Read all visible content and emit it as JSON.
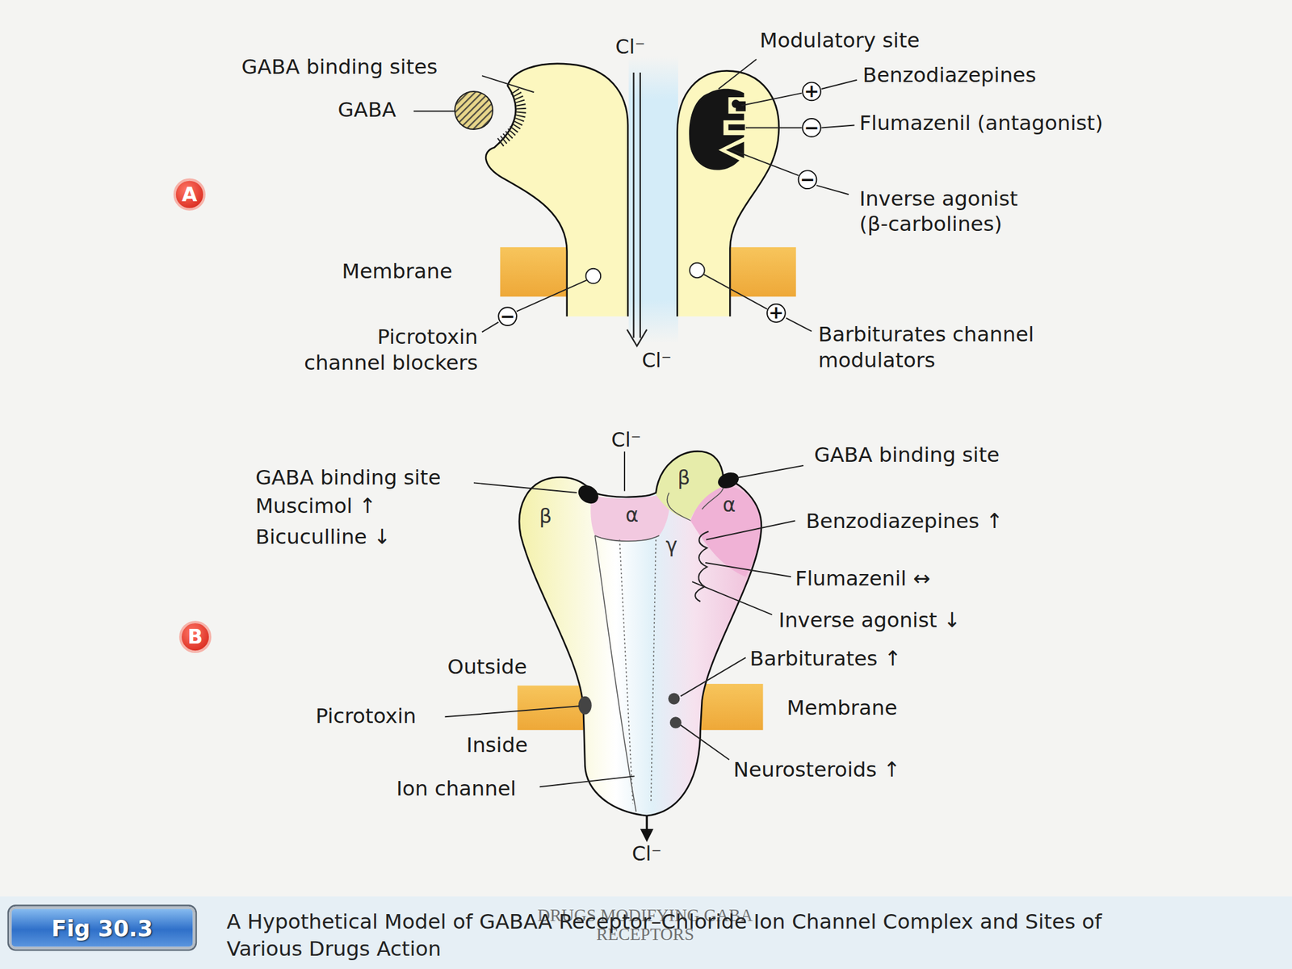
{
  "diagram": {
    "caption": "A Hypothetical Model of GABAA Receptor–Chloride Ion Channel Complex and Sites of Various Drugs Action",
    "nodes": [
      {
        "text": [
          "+"
        ]
      },
      {
        "text": [
          "−"
        ]
      },
      {
        "text": [
          "−"
        ]
      },
      {
        "text": [
          "A"
        ]
      },
      {
        "text": [
          "−"
        ]
      },
      {
        "text": [
          "+"
        ]
      },
      {
        "text": [
          "β"
        ]
      },
      {
        "text": [
          "α"
        ]
      },
      {
        "text": [
          "β"
        ]
      },
      {
        "text": [
          "α"
        ]
      },
      {
        "text": [
          "γ"
        ]
      },
      {
        "text": [
          "B"
        ]
      },
      {
        "text": [
          "Fig 30.3"
        ]
      }
    ],
    "labels": [
      "Cl⁻",
      "GABA binding sites",
      "GABA",
      "Modulatory site",
      "Benzodiazepines",
      "Flumazenil (antagonist)",
      "Inverse agonist (β-carbolines)",
      "Membrane",
      "Cl⁻",
      "Picrotoxin channel blockers",
      "Barbiturates channel modulators",
      "Cl⁻",
      "GABA binding site",
      "Muscimol ↑",
      "Bicuculline ↓",
      "GABA binding site",
      "Benzodiazepines ↑",
      "Flumazenil ↔",
      "Inverse agonist ↓",
      "Barbiturates ↑",
      "Outside",
      "Membrane",
      "Picrotoxin",
      "Inside",
      "Neurosteroids ↑",
      "Ion channel",
      "Cl⁻",
      "DRUGS MODIFYING GABA RECEPTORS"
    ]
  }
}
